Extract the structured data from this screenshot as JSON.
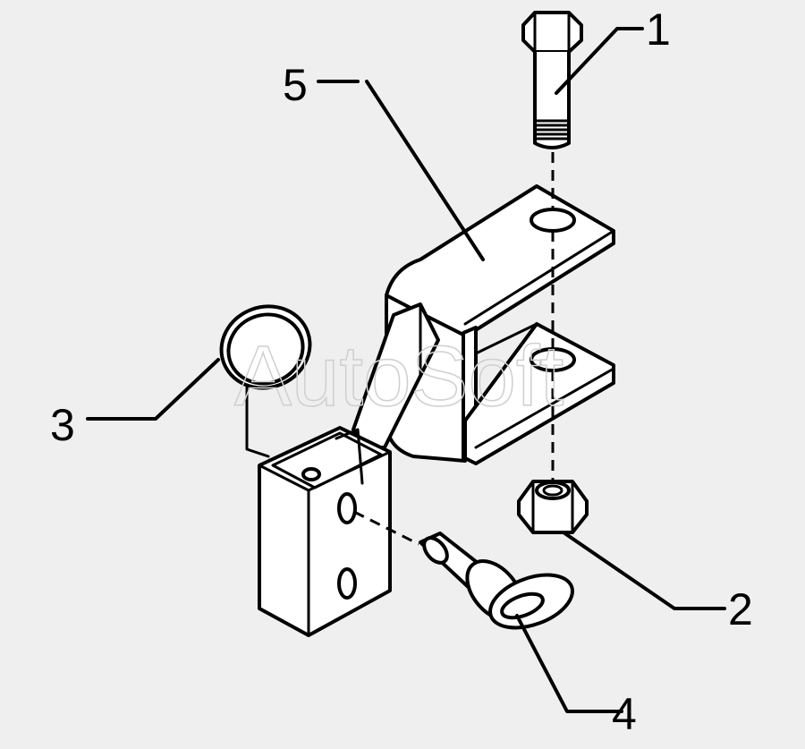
{
  "watermark": "AutoSoft",
  "callouts": [
    {
      "id": "1",
      "label": "1"
    },
    {
      "id": "2",
      "label": "2"
    },
    {
      "id": "3",
      "label": "3"
    },
    {
      "id": "4",
      "label": "4"
    },
    {
      "id": "5",
      "label": "5"
    }
  ],
  "colors": {
    "background": "#efefef",
    "line": "#000000",
    "fill": "#ffffff",
    "watermark": "#cfcfcf"
  }
}
